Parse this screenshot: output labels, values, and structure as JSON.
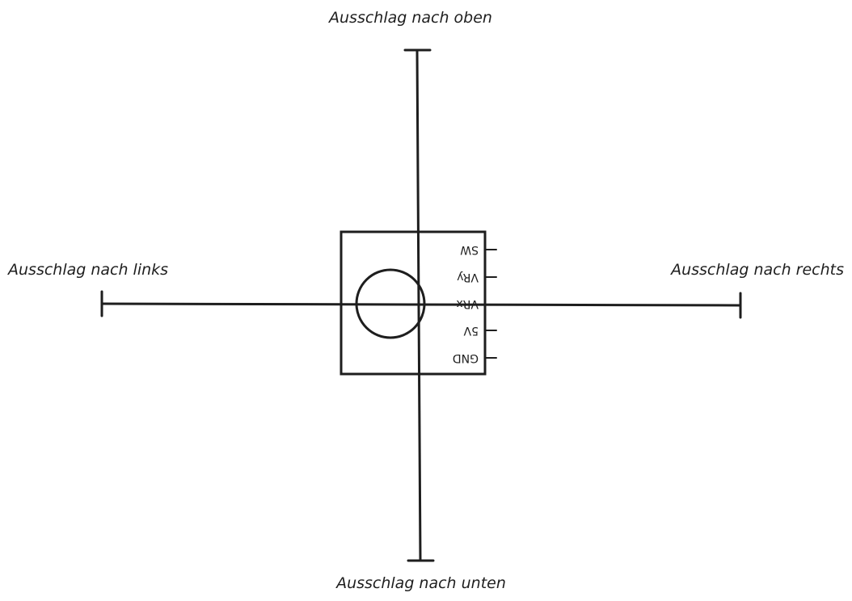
{
  "labels": {
    "up": "Ausschlag nach oben",
    "down": "Ausschlag nach unten",
    "left": "Ausschlag nach links",
    "right": "Ausschlag nach rechts"
  },
  "module": {
    "pins": [
      "SW",
      "VRy",
      "VRx",
      "5V",
      "GND"
    ]
  },
  "colors": {
    "stroke": "#1e1e1e",
    "background": "#ffffff"
  }
}
